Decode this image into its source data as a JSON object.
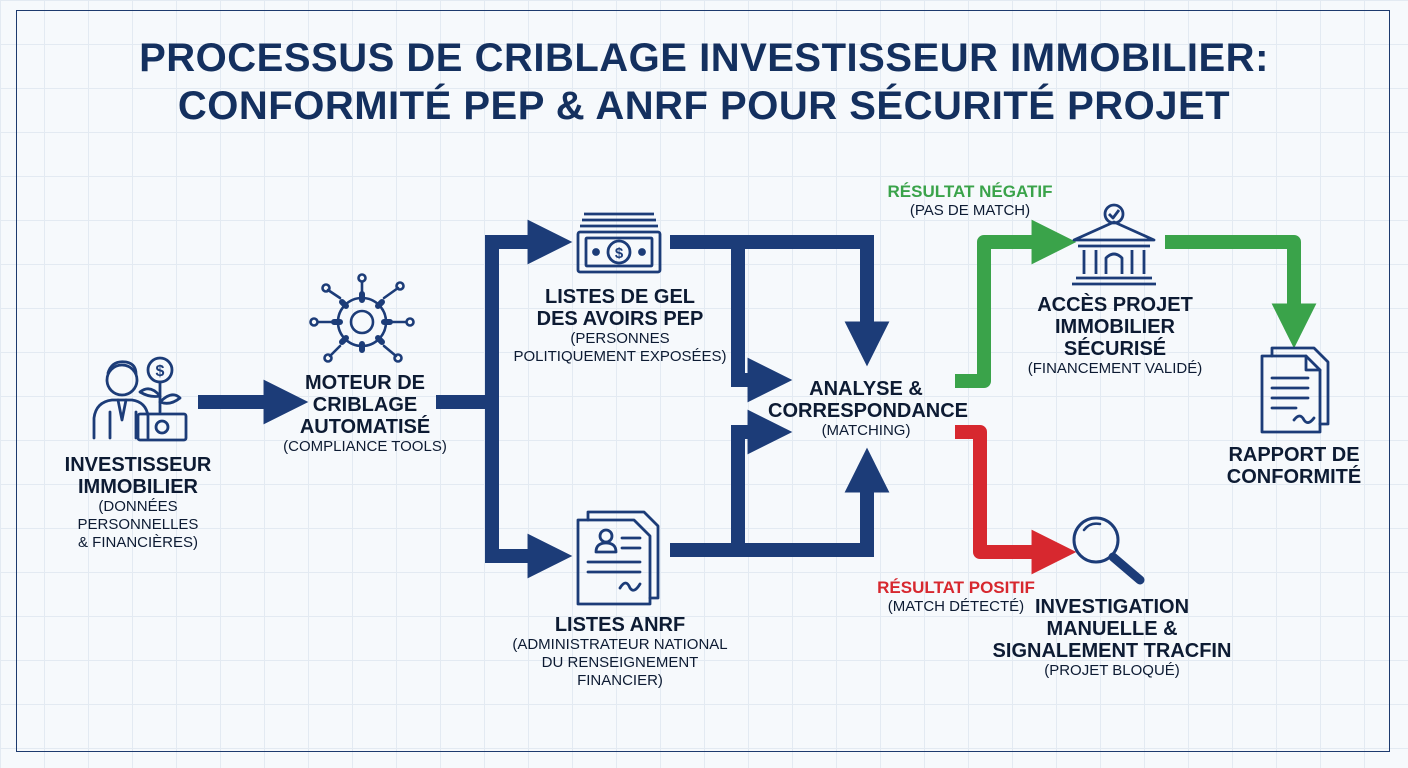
{
  "title": {
    "line1": "PROCESSUS DE CRIBLAGE INVESTISSEUR IMMOBILIER:",
    "line2": "CONFORMITÉ PEP & ANRF POUR SÉCURITÉ PROJET"
  },
  "nodes": {
    "investor": {
      "title_1": "INVESTISSEUR",
      "title_2": "IMMOBILIER",
      "sub_1": "(DONNÉES PERSONNELLES",
      "sub_2": "& FINANCIÈRES)",
      "icon": "investor-money-plant-icon"
    },
    "engine": {
      "title_1": "MOTEUR DE",
      "title_2": "CRIBLAGE",
      "title_3": "AUTOMATISÉ",
      "sub_1": "(COMPLIANCE TOOLS)",
      "icon": "gear-circuit-icon"
    },
    "pep": {
      "title_1": "LISTES DE GEL",
      "title_2": "DES AVOIRS PEP",
      "sub_1": "(PERSONNES",
      "sub_2": "POLITIQUEMENT EXPOSÉES)",
      "icon": "banknote-stack-icon"
    },
    "anrf": {
      "title_1": "LISTES ANRF",
      "sub_1": "(ADMINISTRATEUR NATIONAL",
      "sub_2": "DU RENSEIGNEMENT",
      "sub_3": "FINANCIER)",
      "icon": "id-document-icon"
    },
    "analysis": {
      "title_1": "ANALYSE &",
      "title_2": "CORRESPONDANCE",
      "sub_1": "(MATCHING)"
    },
    "access": {
      "title_1": "ACCÈS PROJET",
      "title_2": "IMMOBILIER",
      "title_3": "SÉCURISÉ",
      "sub_1": "(FINANCEMENT VALIDÉ)",
      "icon": "bank-building-icon"
    },
    "report": {
      "title_1": "RAPPORT DE",
      "title_2": "CONFORMITÉ",
      "icon": "report-document-icon"
    },
    "investigation": {
      "title_1": "INVESTIGATION",
      "title_2": "MANUELLE &",
      "title_3": "SIGNALEMENT TRACFIN",
      "sub_1": "(PROJET BLOQUÉ)",
      "icon": "magnifier-icon"
    }
  },
  "results": {
    "negative": {
      "title": "RÉSULTAT NÉGATIF",
      "sub": "(PAS DE MATCH)"
    },
    "positive": {
      "title": "RÉSULTAT POSITIF",
      "sub": "(MATCH DÉTECTÉ)"
    }
  },
  "colors": {
    "navy": "#1c3c78",
    "green": "#3aa34a",
    "red": "#d7282f",
    "text": "#0d1b33",
    "title": "#14305f"
  }
}
